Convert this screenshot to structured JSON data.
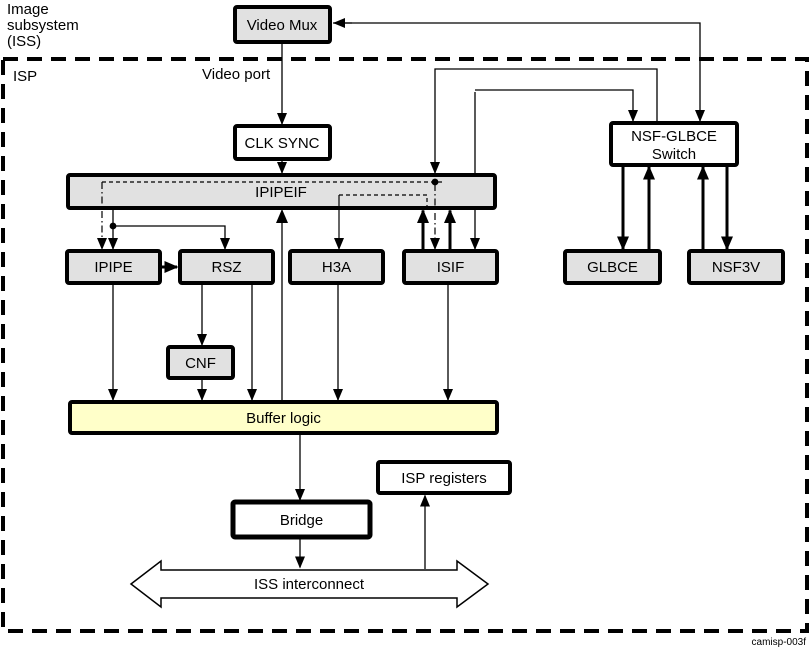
{
  "title_lines": {
    "l1": "Image",
    "l2": "subsystem",
    "l3": "(ISS)"
  },
  "labels": {
    "isp": "ISP",
    "video_port": "Video port",
    "figure_id": "camisp-003f"
  },
  "boxes": {
    "video_mux": "Video Mux",
    "clk_sync": "CLK SYNC",
    "ipipeif": "IPIPEIF",
    "ipipe": "IPIPE",
    "rsz": "RSZ",
    "h3a": "H3A",
    "isif": "ISIF",
    "nsf_glbce_switch_l1": "NSF-GLBCE",
    "nsf_glbce_switch_l2": "Switch",
    "glbce": "GLBCE",
    "nsf3v": "NSF3V",
    "cnf": "CNF",
    "buffer_logic": "Buffer logic",
    "bridge": "Bridge",
    "isp_registers": "ISP registers",
    "iss_interconnect": "ISS interconnect"
  },
  "colors": {
    "gray": "#e1e1e1",
    "yellow": "#ffffc9",
    "white": "#ffffff",
    "black": "#000000",
    "background": "#ffffff"
  }
}
